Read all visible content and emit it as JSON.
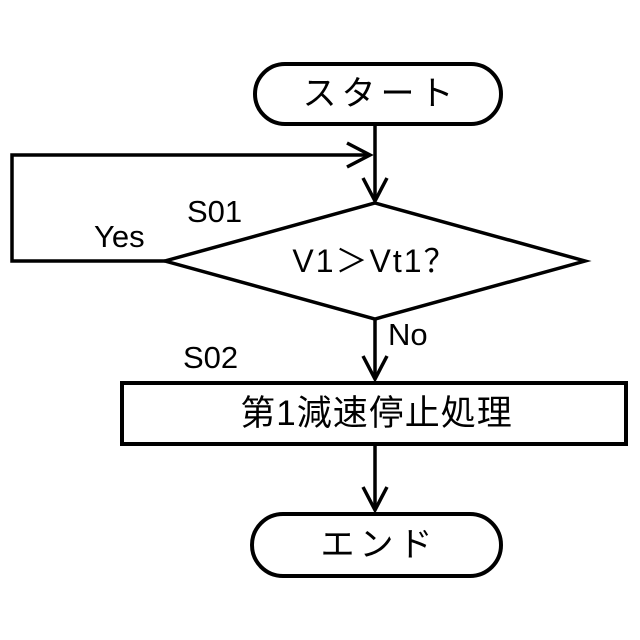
{
  "diagram": {
    "type": "flowchart",
    "background_color": "#ffffff",
    "line_color": "#000000",
    "nodes": {
      "start": {
        "shape": "terminal",
        "label": "スタート"
      },
      "decision": {
        "shape": "diamond",
        "step_id": "S01",
        "label": "V1＞Vt1？"
      },
      "process": {
        "shape": "rectangle",
        "step_id": "S02",
        "label": "第1減速停止処理"
      },
      "end": {
        "shape": "terminal",
        "label": "エンド"
      }
    },
    "edges": {
      "yes_label": "Yes",
      "no_label": "No"
    }
  }
}
